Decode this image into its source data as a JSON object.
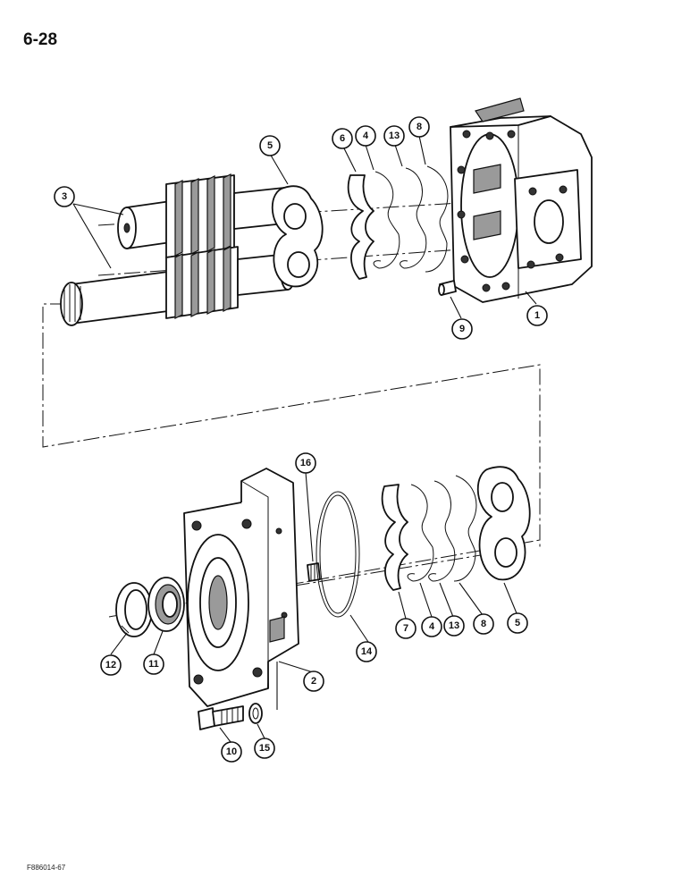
{
  "page": {
    "number": "6-28",
    "figure_code": "F886014-67"
  },
  "callouts": {
    "c1": "1",
    "c2": "2",
    "c3": "3",
    "c4a": "4",
    "c4b": "4",
    "c5a": "5",
    "c5b": "5",
    "c6": "6",
    "c7": "7",
    "c8a": "8",
    "c8b": "8",
    "c9": "9",
    "c10": "10",
    "c11": "11",
    "c12": "12",
    "c13a": "13",
    "c13b": "13",
    "c14": "14",
    "c15": "15",
    "c16": "16"
  }
}
